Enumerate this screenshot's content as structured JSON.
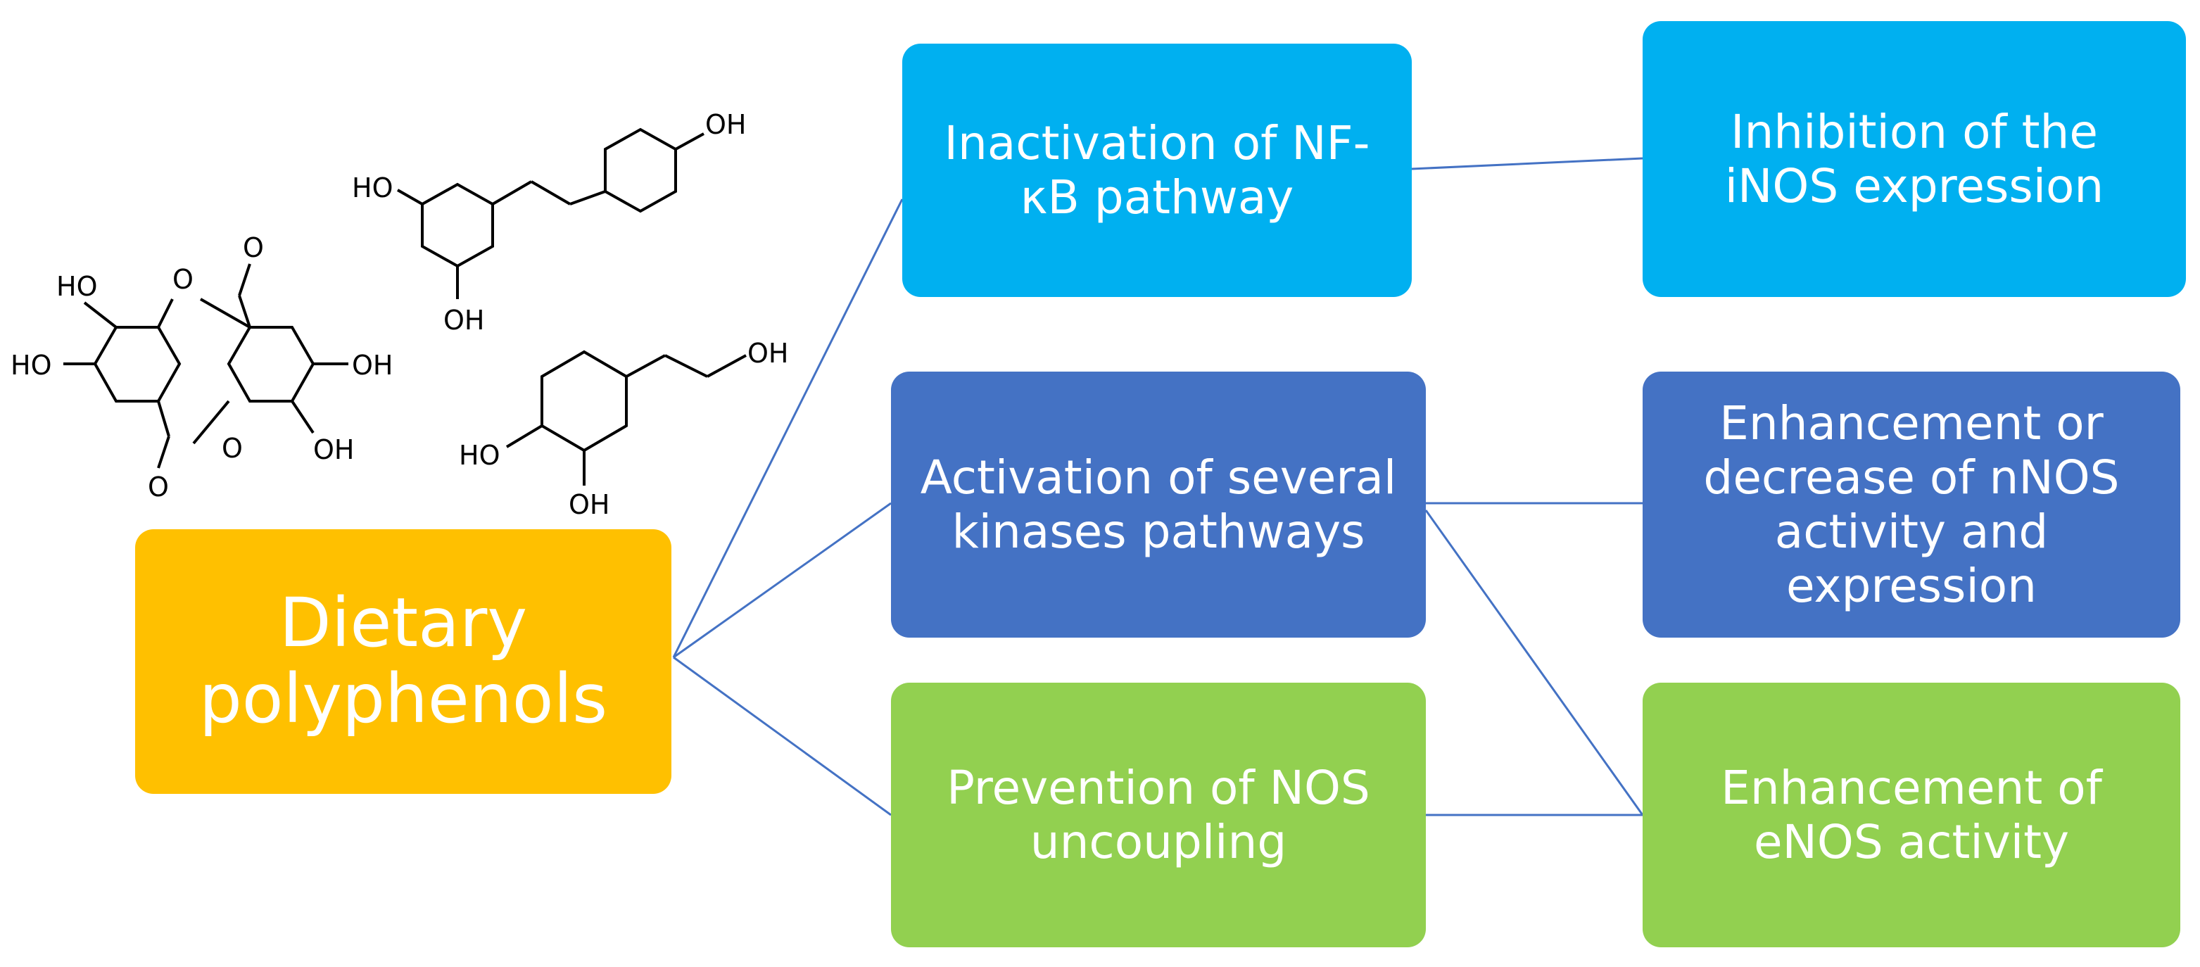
{
  "root": {
    "label": "Dietary polyphenols",
    "color": "#ffc000"
  },
  "mechanisms": [
    {
      "id": "nfkb",
      "label": "Inactivation of NF-κB pathway",
      "color": "#00b0f0"
    },
    {
      "id": "kinases",
      "label": "Activation of several kinases pathways",
      "color": "#4472c4"
    },
    {
      "id": "nos",
      "label": "Prevention of NOS uncoupling",
      "color": "#92d050"
    }
  ],
  "outcomes": [
    {
      "id": "inos",
      "label": "Inhibition of the iNOS expression",
      "color": "#00b0f0"
    },
    {
      "id": "nnos",
      "label": "Enhancement or decrease of nNOS activity and expression",
      "color": "#4472c4"
    },
    {
      "id": "enos",
      "label": "Enhancement of eNOS activity",
      "color": "#92d050"
    }
  ],
  "molecules": {
    "hydroxyl_label": "OH",
    "oxo_label": "O",
    "ring_oxygen_label": "O",
    "hydroxyl_prefix_label": "HO"
  },
  "connector_color": "#4472c4"
}
